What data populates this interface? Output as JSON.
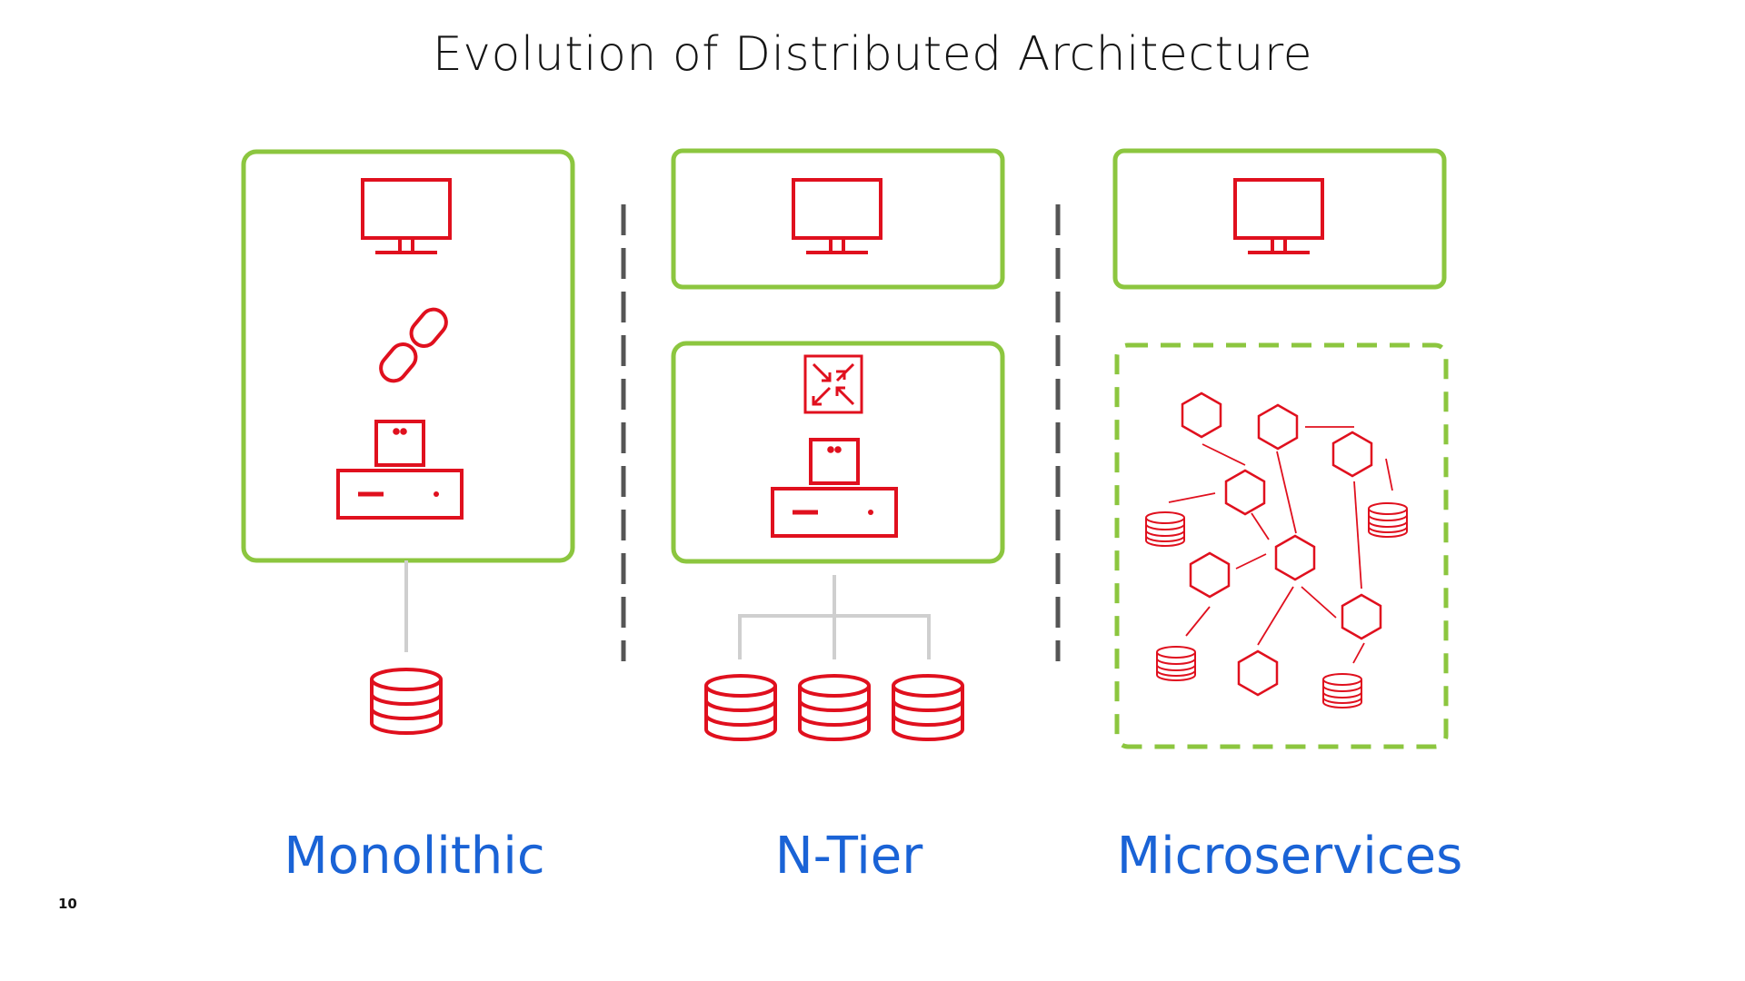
{
  "title": "Evolution of Distributed Architecture",
  "architectures": [
    {
      "label": "Monolithic"
    },
    {
      "label": "N-Tier"
    },
    {
      "label": "Microservices"
    }
  ],
  "page_number": "10",
  "colors": {
    "container_border": "#8cc63f",
    "icon": "#e0101e",
    "label": "#1a63d6",
    "divider": "#555555",
    "connector": "#cfcfcf"
  },
  "icons": {
    "client": "monitor-icon",
    "integration": "link-icon",
    "balancer": "load-balancer-icon",
    "server": "server-icon",
    "database": "database-icon",
    "service": "hexagon-icon"
  }
}
